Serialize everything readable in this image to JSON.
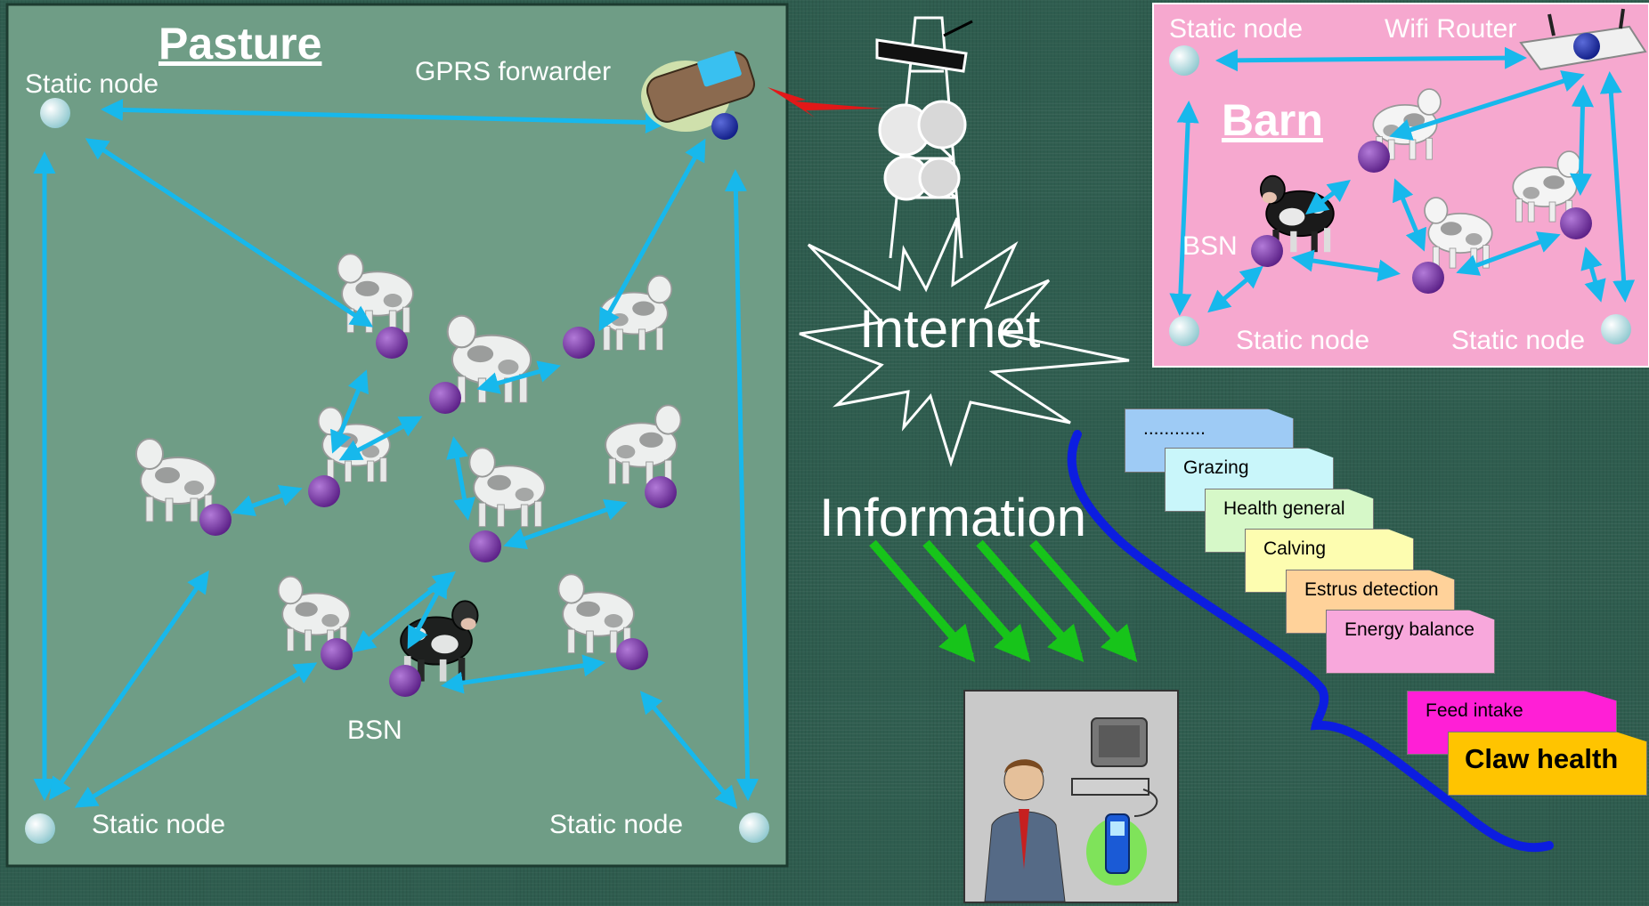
{
  "pasture": {
    "title": "Pasture",
    "static_node_tl": "Static node",
    "gprs_forwarder": "GPRS forwarder",
    "static_node_bl": "Static node",
    "static_node_br": "Static node",
    "bsn": "BSN"
  },
  "barn": {
    "title": "Barn",
    "static_node_tl": "Static node",
    "wifi_router": "Wifi Router",
    "bsn": "BSN",
    "static_node_bl": "Static node",
    "static_node_br": "Static node"
  },
  "internet": "Internet",
  "information": "Information",
  "cards": [
    {
      "label": "............",
      "color": "#9ecbf5"
    },
    {
      "label": "Grazing",
      "color": "#c9f6fa"
    },
    {
      "label": "Health general",
      "color": "#d6f8c8"
    },
    {
      "label": "Calving",
      "color": "#fdfdb0"
    },
    {
      "label": "Estrus detection",
      "color": "#ffd29a"
    },
    {
      "label": "Energy balance",
      "color": "#f8a8dc"
    },
    {
      "label": "Feed intake",
      "color": "#ff1fd6"
    },
    {
      "label": "Claw health",
      "color": "#ffc400"
    }
  ],
  "colors": {
    "background": "#2f5d4f",
    "pasture_panel": "#6f9d86",
    "barn_panel": "#f6a8cf",
    "arrow": "#17b8ec",
    "sensor": "#7a3aa6",
    "information_arrows": "#17c41a",
    "brace": "#0c1de0"
  }
}
